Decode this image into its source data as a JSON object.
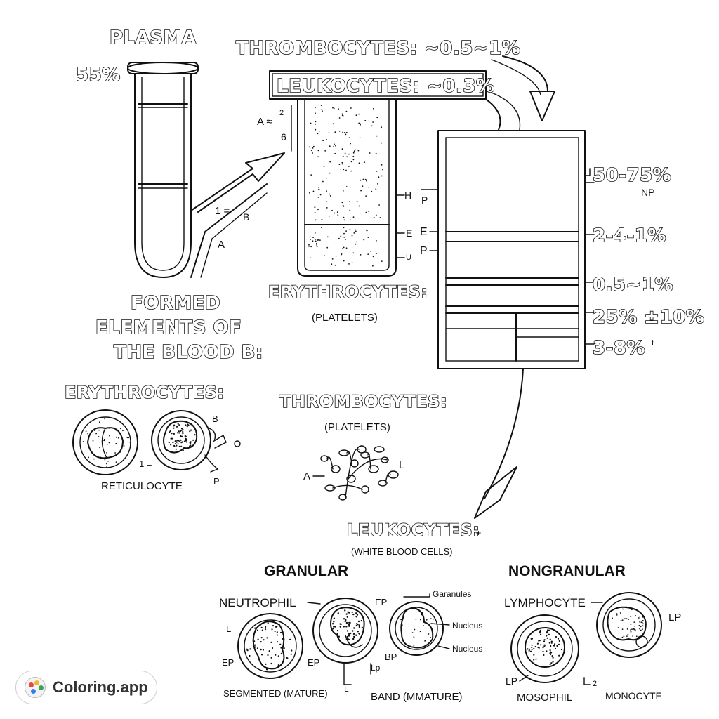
{
  "labels": {
    "plasma": "PLASMA",
    "plasma_pct": "55%",
    "thrombocytes_top": "THROMBOCYTES: ~0.5~1%",
    "leukocytes_top": "LEUKOCYTES: ~0.3%",
    "tube_side_a": "A ≈",
    "tube_side_nums": "2",
    "tube_side_b": "6",
    "arrow_label_1": "1 =",
    "arrow_label_b": "B",
    "arrow_label_a": "A",
    "formed_1": "FORMED",
    "formed_2": "ELEMENTS OF",
    "formed_3": "THE BLOOD B:",
    "beaker_h": "H",
    "beaker_p1": "P",
    "beaker_e": "E",
    "beaker_p2": "P",
    "beaker_e_small": "E",
    "beaker_u": "U",
    "erythro_mid": "ERYTHROCYTES:",
    "platelets_mid": "(PLATELETS)",
    "pct_1": "50-75%",
    "pct_1_sub": "NP",
    "pct_2": "2-4-1%",
    "pct_3": "0.5~1%",
    "pct_4": "25% ±10%",
    "pct_5": "3-8%",
    "pct_5_mark": "t",
    "erythro_low": "ERYTHROCYTES:",
    "ery_b": "B",
    "ery_1": "1 =",
    "ery_p": "P",
    "reticulocyte": "RETICULOCYTE",
    "thrombo_low": "THROMBOCYTES:",
    "platelets_low": "(PLATELETS)",
    "thr_a": "A",
    "thr_l": "L",
    "leuko_low": "LEUKOCYTES:",
    "leuko_mark": "±",
    "white_blood_cells": "(WHITE BLOOD CELLS)",
    "granular": "GRANULAR",
    "nongranular": "NONGRANULAR",
    "neutrophil": "NEUTROPHIL",
    "ep_1": "EP",
    "ep_2": "EP",
    "ep_3": "EP",
    "bp": "BP",
    "lp_small": "L",
    "garanules": "Garanules",
    "nucleus_1": "Nucleus",
    "nucleus_2": "Nucleus",
    "segmented": "SEGMENTED (MATURE)",
    "band": "BAND (MMATURE)",
    "lymphocyte": "LYMPHOCYTE",
    "lp_1": "LP",
    "lp_2": "LP",
    "mosophil": "MOSOPHIL",
    "monocyte": "MONOCYTE",
    "num_2": "2",
    "lp_mark": "Lp",
    "l_mark": "L"
  },
  "badge": {
    "text": "Coloring.app"
  },
  "colors": {
    "ink": "#111111",
    "background": "#ffffff",
    "badge_border": "#cfcfcf"
  },
  "icons": [
    "test-tube-icon",
    "beaker-icon",
    "arrow-icon",
    "blood-cell-icon",
    "palette-icon"
  ]
}
